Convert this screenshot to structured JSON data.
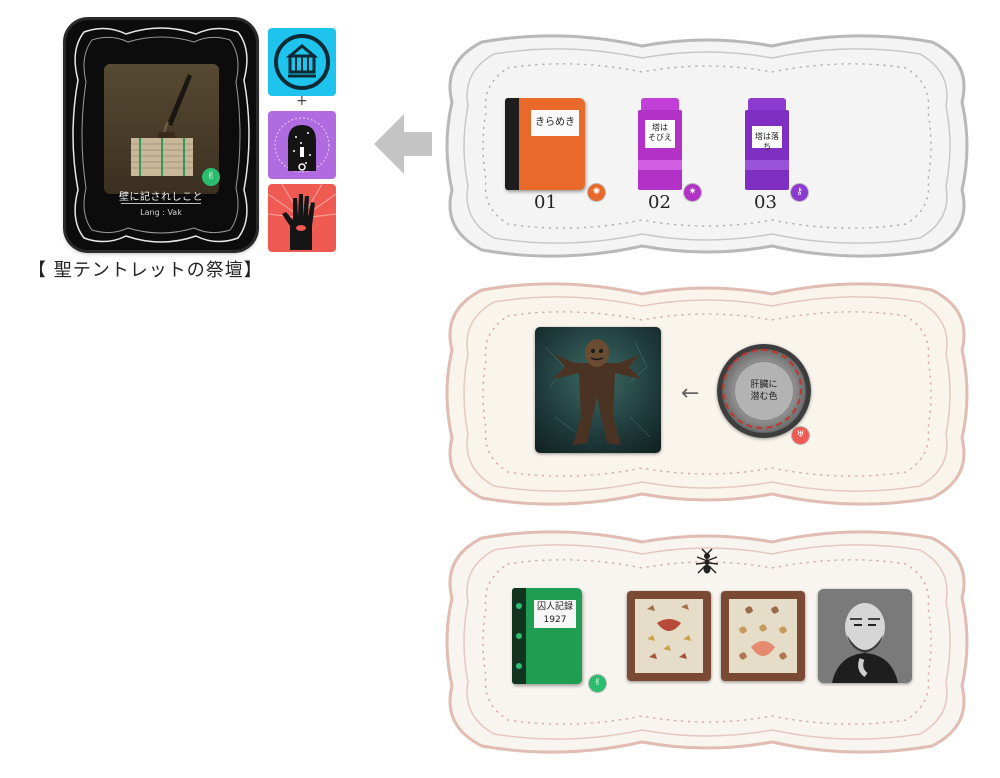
{
  "altar": {
    "caption": "【 聖テントレットの祭壇】",
    "card_title": "壁に記されしこと",
    "card_lang": "Lang : Vak",
    "aspect_icon": "knock-aspect-icon"
  },
  "requirements": {
    "items": [
      {
        "name": "lantern-principle-icon",
        "color": "#1ec4ee"
      },
      {
        "name": "door-of-stars-icon",
        "color": "#b06be0"
      },
      {
        "name": "edge-hand-icon",
        "color": "#ef5a53"
      }
    ],
    "plus": "+"
  },
  "arrow_icon": "left-arrow-icon",
  "panel_books": {
    "items": [
      {
        "title": "きらめき",
        "number": "01",
        "aspect_color": "#e8692a",
        "aspect_icon": "forge-aspect-icon"
      },
      {
        "title_line1": "塔は",
        "title_line2": "そびえ",
        "number": "02",
        "aspect_color": "#b232c8",
        "aspect_icon": "star-aspect-icon"
      },
      {
        "title": "塔は落ち",
        "number": "03",
        "aspect_color": "#8d3ad0",
        "aspect_icon": "key-aspect-icon"
      }
    ]
  },
  "panel_fish": {
    "arrow": "←",
    "coin_line1": "肝臓に",
    "coin_line2": "潜む色",
    "coin_aspect_icon": "grail-aspect-icon",
    "painting": "ghostly-figure-painting"
  },
  "panel_items": {
    "top_icon": "ant-icon",
    "book_line1": "囚人記録",
    "book_line2": "1927",
    "book_aspect_icon": "knock-aspect-icon",
    "moth_frames": [
      "moth-specimen-frame",
      "butterfly-specimen-frame"
    ],
    "portrait": "bearded-man-portrait"
  },
  "colors": {
    "panel_books_border": "#a8a8a8",
    "panel_fish_border": "#d9a9a4",
    "panel_items_border": "#d9a9a4",
    "knock": "#2bbd6e",
    "grail": "#ef5a53"
  }
}
